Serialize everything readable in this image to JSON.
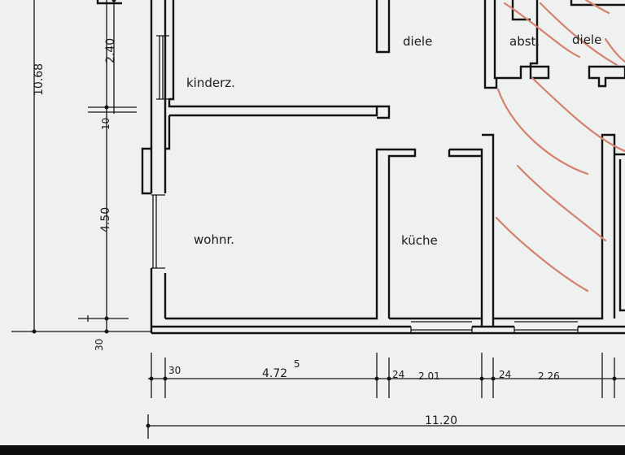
{
  "rooms": {
    "kinderzimmer": "kinderz.",
    "diele_left": "diele",
    "abstellraum": "abst.",
    "diele_right": "diele",
    "wohnzimmer": "wohnr.",
    "kueche": "küche"
  },
  "dimensions": {
    "overall_height": "10.68",
    "kinderz_height": "2.40",
    "inner_wall": "10",
    "wohnr_height": "4.50",
    "wall_bottom": "30",
    "wall_left": "30",
    "wohnr_width": "4.72",
    "wohnr_width_sup": "5",
    "wall_1": "24",
    "kueche_width": "2.01",
    "wall_2": "24",
    "right_room_width": "2.26",
    "overall_width": "11.20"
  },
  "colors": {
    "hatch": "#d4826e",
    "lines": "#121212",
    "paper": "#eef1ef"
  }
}
